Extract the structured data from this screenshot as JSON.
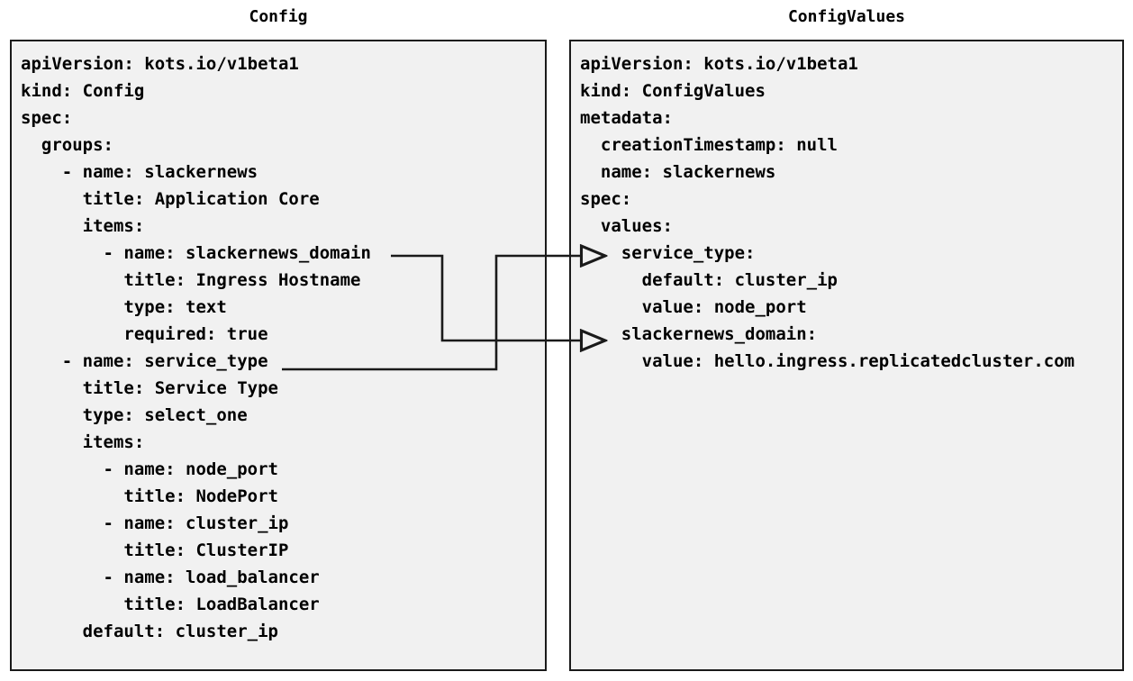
{
  "diagram": {
    "title_left": "Config",
    "title_right": "ConfigValues",
    "background": "#ffffff",
    "panel_fill": "#f1f1f1",
    "panel_border": "#1a1a1a",
    "connector_color": "#1a1a1a",
    "text_color": "#000000"
  },
  "config_panel": {
    "title": "Config",
    "lines": [
      "apiVersion: kots.io/v1beta1",
      "kind: Config",
      "spec:",
      "  groups:",
      "    - name: slackernews",
      "      title: Application Core",
      "      items:",
      "        - name: slackernews_domain",
      "          title: Ingress Hostname",
      "          type: text",
      "          required: true",
      "    - name: service_type",
      "      title: Service Type",
      "      type: select_one",
      "      items:",
      "        - name: node_port",
      "          title: NodePort",
      "        - name: cluster_ip",
      "          title: ClusterIP",
      "        - name: load_balancer",
      "          title: LoadBalancer",
      "      default: cluster_ip"
    ]
  },
  "configvalues_panel": {
    "title": "ConfigValues",
    "lines": [
      "apiVersion: kots.io/v1beta1",
      "kind: ConfigValues",
      "metadata:",
      "  creationTimestamp: null",
      "  name: slackernews",
      "spec:",
      "  values:",
      "    service_type:",
      "      default: cluster_ip",
      "      value: node_port",
      "    slackernews_domain:",
      "      value: hello.ingress.replicatedcluster.com"
    ]
  },
  "connectors": [
    {
      "id": "slackernews-domain-link",
      "from_label": "slackernews_domain",
      "from_panel": "Config",
      "to_label": "slackernews_domain:",
      "to_panel": "ConfigValues",
      "arrowhead": "open-triangle"
    },
    {
      "id": "service-type-link",
      "from_label": "service_type",
      "from_panel": "Config",
      "to_label": "service_type:",
      "to_panel": "ConfigValues",
      "arrowhead": "open-triangle"
    }
  ]
}
